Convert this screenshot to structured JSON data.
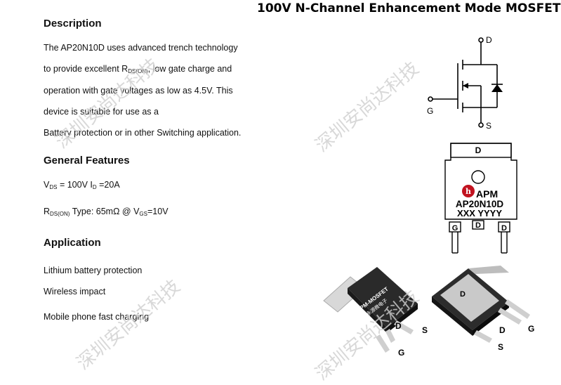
{
  "title": "100V N-Channel Enhancement Mode MOSFET",
  "description": {
    "heading": "Description",
    "line1": "The AP20N10D uses advanced trench technology",
    "line2_pre": "to provide excellent R",
    "line2_sub": "DS(ON)",
    "line2_post": ", low gate charge and",
    "line3": "operation with gate voltages as low as 4.5V. This",
    "line4": "device is suitable for use as a",
    "line5": "Battery protection or in other Switching application."
  },
  "features": {
    "heading": "General Features",
    "vds_label": "V",
    "vds_sub": "DS",
    "vds_value": " = 100V ",
    "id_label": "I",
    "id_sub": "D",
    "id_value": " =20A",
    "rds_label": "R",
    "rds_sub": "DS(ON)",
    "rds_mid": " Type: 65mΩ @ V",
    "rds_vgs_sub": "GS",
    "rds_value": "=10V"
  },
  "application": {
    "heading": "Application",
    "items": [
      "Lithium battery protection",
      "Wireless impact",
      "Mobile phone fast charging"
    ]
  },
  "symbol": {
    "drain": "D",
    "gate": "G",
    "source": "S"
  },
  "package": {
    "tab_label": "D",
    "brand": "APM",
    "part": "AP20N10D",
    "code": "XXX YYYY",
    "pin_g": "G",
    "pin_d": "D",
    "pin_d2": "D"
  },
  "photo_left": {
    "marking1": "APM-MOSFET",
    "marking2": "永源微电子",
    "pin_d": "D",
    "pin_s": "S",
    "pin_g": "G"
  },
  "photo_right": {
    "tab_label": "D",
    "pin_d": "D",
    "pin_g": "G",
    "pin_s": "S"
  },
  "watermark": "深圳安尚达科技"
}
